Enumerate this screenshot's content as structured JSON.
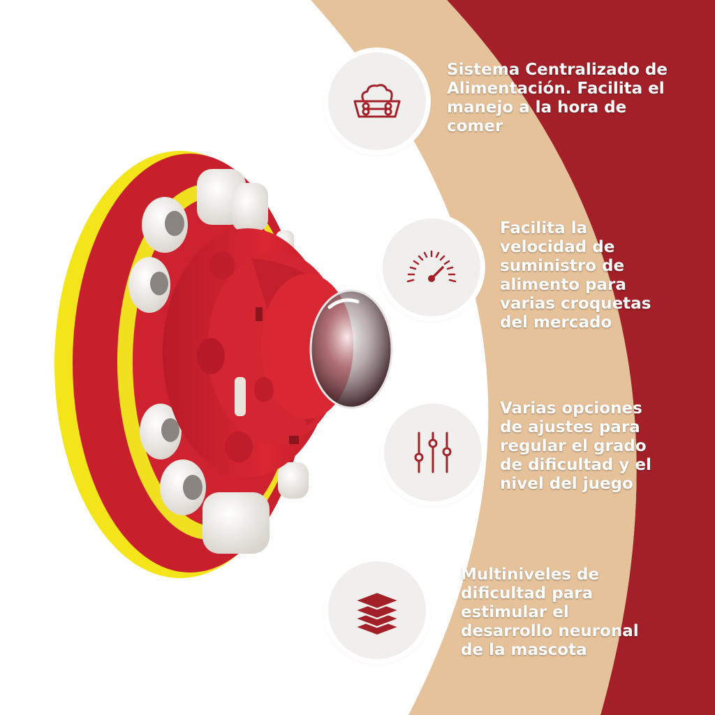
{
  "colors": {
    "crimson": "#a32028",
    "beige": "#e6c29b",
    "white": "#ffffff",
    "product_red": "#d52230",
    "product_yellow": "#f4e51a"
  },
  "features": [
    {
      "icon": "dog-food-bowl-icon",
      "lines": [
        "Sistema Centralizado de",
        "Alimentación. Facilita el",
        "manejo a la hora de",
        "comer"
      ]
    },
    {
      "icon": "speedometer-icon",
      "lines": [
        "Facilita la",
        "velocidad de",
        "suministro de",
        "alimento para",
        "varias croquetas",
        "del mercado"
      ]
    },
    {
      "icon": "adjustment-sliders-icon",
      "lines": [
        "Varias opciones",
        "de ajustes para",
        "regular el grado",
        "de dificultad y el",
        "nivel del juego"
      ]
    },
    {
      "icon": "layers-stack-icon",
      "lines": [
        "Multiniveles de",
        "dificultad para",
        "estimular el",
        "desarrollo neuronal",
        "de la mascota"
      ]
    }
  ]
}
